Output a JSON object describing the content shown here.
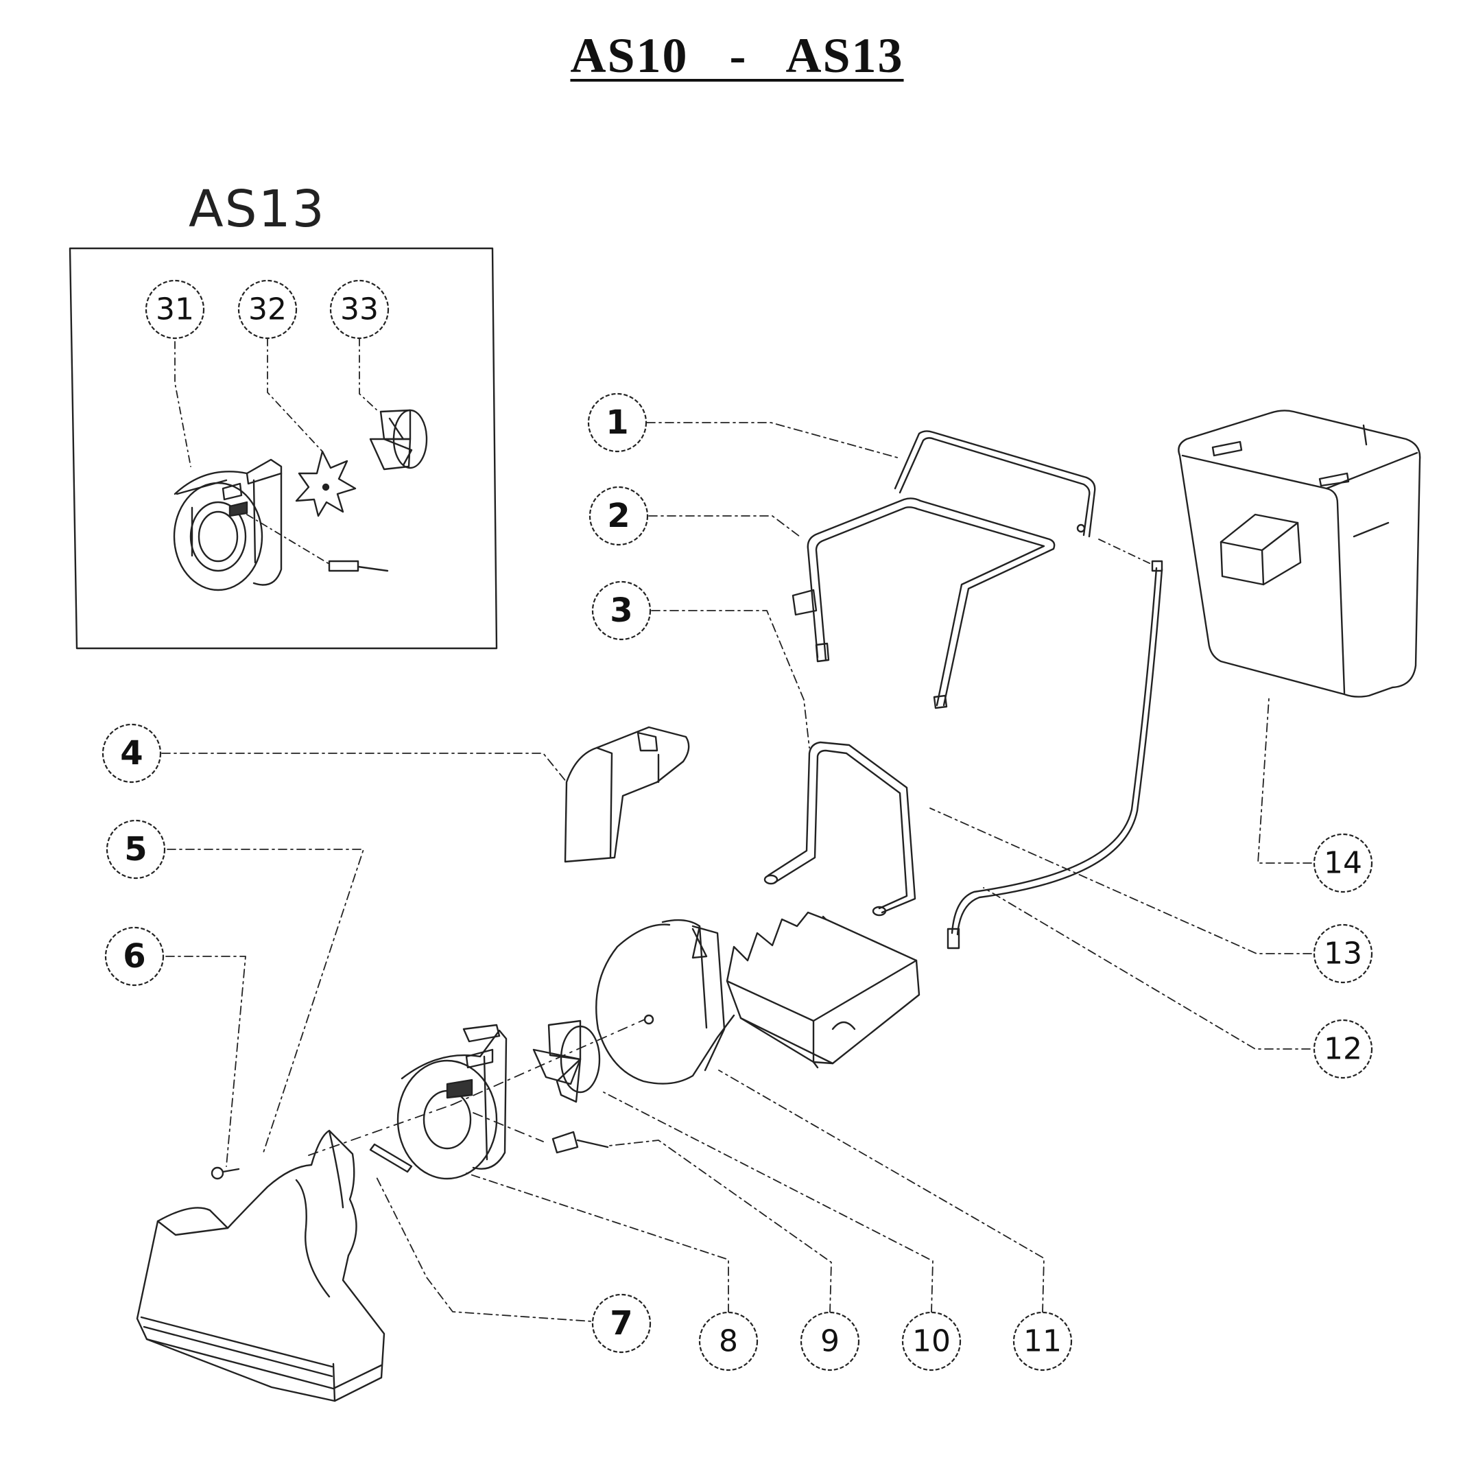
{
  "title": "AS10   -   AS13",
  "inset": {
    "title": "AS13",
    "callouts": [
      "31",
      "32",
      "33"
    ]
  },
  "callouts": [
    "1",
    "2",
    "3",
    "4",
    "5",
    "6",
    "7",
    "8",
    "9",
    "10",
    "11",
    "12",
    "13",
    "14"
  ]
}
